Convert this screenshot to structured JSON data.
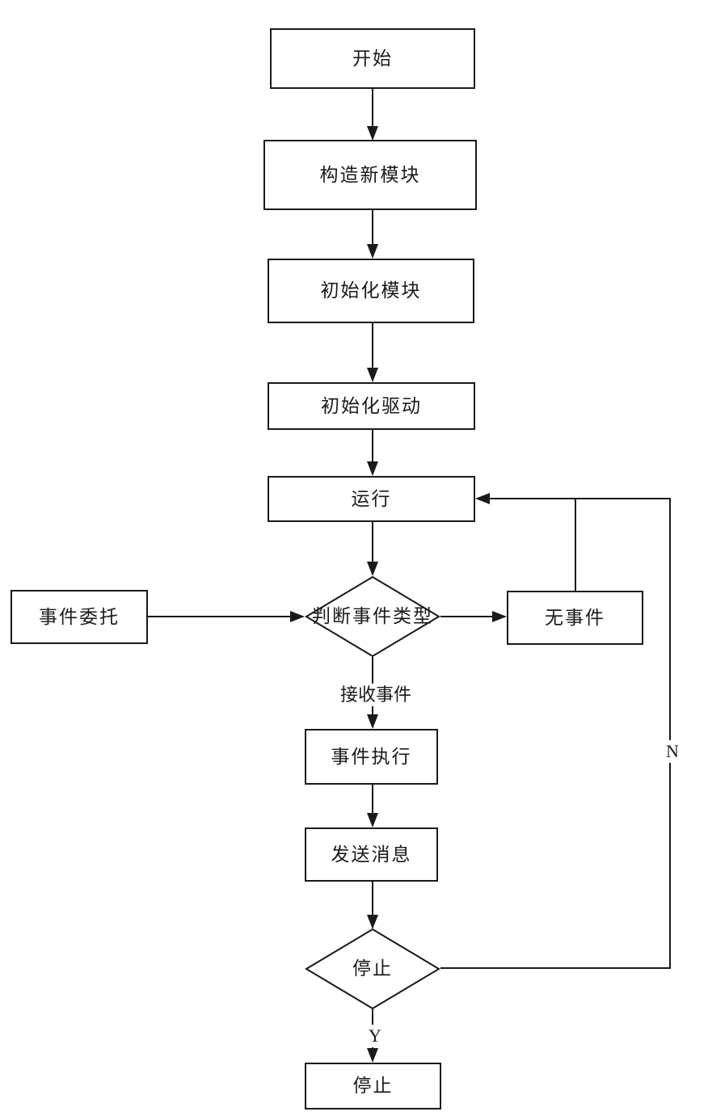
{
  "diagram": {
    "kind": "flowchart",
    "colors": {
      "stroke": "#1a1a1a",
      "background": "#ffffff",
      "text": "#1a1a1a"
    },
    "nodes": {
      "start": {
        "label": "开始",
        "shape": "rect"
      },
      "build_module": {
        "label": "构造新模块",
        "shape": "rect"
      },
      "init_module": {
        "label": "初始化模块",
        "shape": "rect"
      },
      "init_driver": {
        "label": "初始化驱动",
        "shape": "rect"
      },
      "run": {
        "label": "运行",
        "shape": "rect"
      },
      "judge_event": {
        "label": "判断事件类型",
        "shape": "diamond"
      },
      "event_delegate": {
        "label": "事件委托",
        "shape": "rect"
      },
      "no_event": {
        "label": "无事件",
        "shape": "rect"
      },
      "event_execute": {
        "label": "事件执行",
        "shape": "rect"
      },
      "send_message": {
        "label": "发送消息",
        "shape": "rect"
      },
      "stop_decision": {
        "label": "停止",
        "shape": "diamond"
      },
      "stop": {
        "label": "停止",
        "shape": "rect"
      }
    },
    "edge_labels": {
      "receive_event": "接收事件",
      "yes": "Y",
      "no": "N"
    }
  }
}
